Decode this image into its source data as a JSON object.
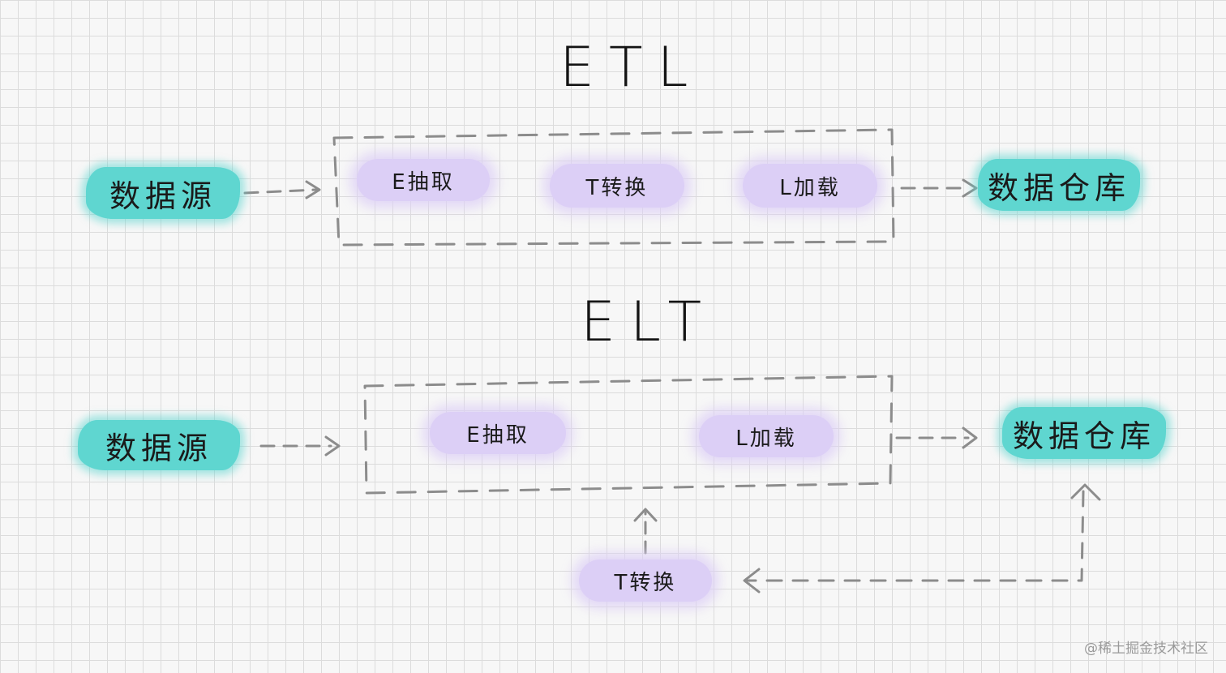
{
  "etl": {
    "title": "ETL",
    "source": "数据源",
    "extract": "E抽取",
    "transform": "T转换",
    "load": "L加载",
    "target": "数据仓库"
  },
  "elt": {
    "title": "ELT",
    "source": "数据源",
    "extract": "E抽取",
    "load": "L加载",
    "transform": "T转换",
    "target": "数据仓库"
  },
  "watermark": "@稀土掘金技术社区",
  "colors": {
    "source_target_fill": "#5fd6d0",
    "step_fill": "#dccff6",
    "dashed_line": "#8c8c8c",
    "grid": "#dcdcdc"
  }
}
